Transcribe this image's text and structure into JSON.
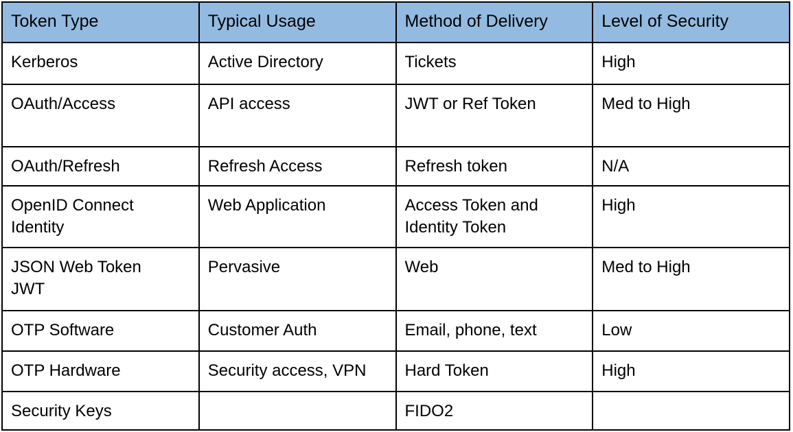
{
  "colors": {
    "header_bg": "#93BBE1",
    "border": "#000000",
    "cell_bg": "#FFFFFF",
    "text": "#000000"
  },
  "table": {
    "columns": [
      "Token Type",
      "Typical Usage",
      "Method of Delivery",
      "Level of Security"
    ],
    "rows": [
      [
        "Kerberos",
        "Active Directory",
        "Tickets",
        "High"
      ],
      [
        "OAuth/Access",
        "API access",
        "JWT or Ref Token",
        "Med to High"
      ],
      [
        "OAuth/Refresh",
        "Refresh Access",
        "Refresh token",
        "N/A"
      ],
      [
        "OpenID Connect\nIdentity",
        "Web Application",
        "Access Token and\nIdentity Token",
        "High"
      ],
      [
        "JSON Web Token\nJWT",
        "Pervasive",
        "Web",
        "Med to High"
      ],
      [
        "OTP Software",
        "Customer Auth",
        "Email, phone, text",
        "Low"
      ],
      [
        "OTP Hardware",
        "Security access, VPN",
        "Hard Token",
        "High"
      ],
      [
        "Security Keys",
        "",
        "FIDO2",
        ""
      ]
    ]
  },
  "chart_data": {
    "type": "table",
    "title": "",
    "columns": [
      "Token Type",
      "Typical Usage",
      "Method of Delivery",
      "Level of Security"
    ],
    "rows": [
      [
        "Kerberos",
        "Active Directory",
        "Tickets",
        "High"
      ],
      [
        "OAuth/Access",
        "API access",
        "JWT or Ref Token",
        "Med to High"
      ],
      [
        "OAuth/Refresh",
        "Refresh Access",
        "Refresh token",
        "N/A"
      ],
      [
        "OpenID Connect Identity",
        "Web Application",
        "Access Token and Identity Token",
        "High"
      ],
      [
        "JSON Web Token JWT",
        "Pervasive",
        "Web",
        "Med to High"
      ],
      [
        "OTP Software",
        "Customer Auth",
        "Email, phone, text",
        "Low"
      ],
      [
        "OTP Hardware",
        "Security access, VPN",
        "Hard Token",
        "High"
      ],
      [
        "Security Keys",
        "",
        "FIDO2",
        ""
      ]
    ]
  }
}
